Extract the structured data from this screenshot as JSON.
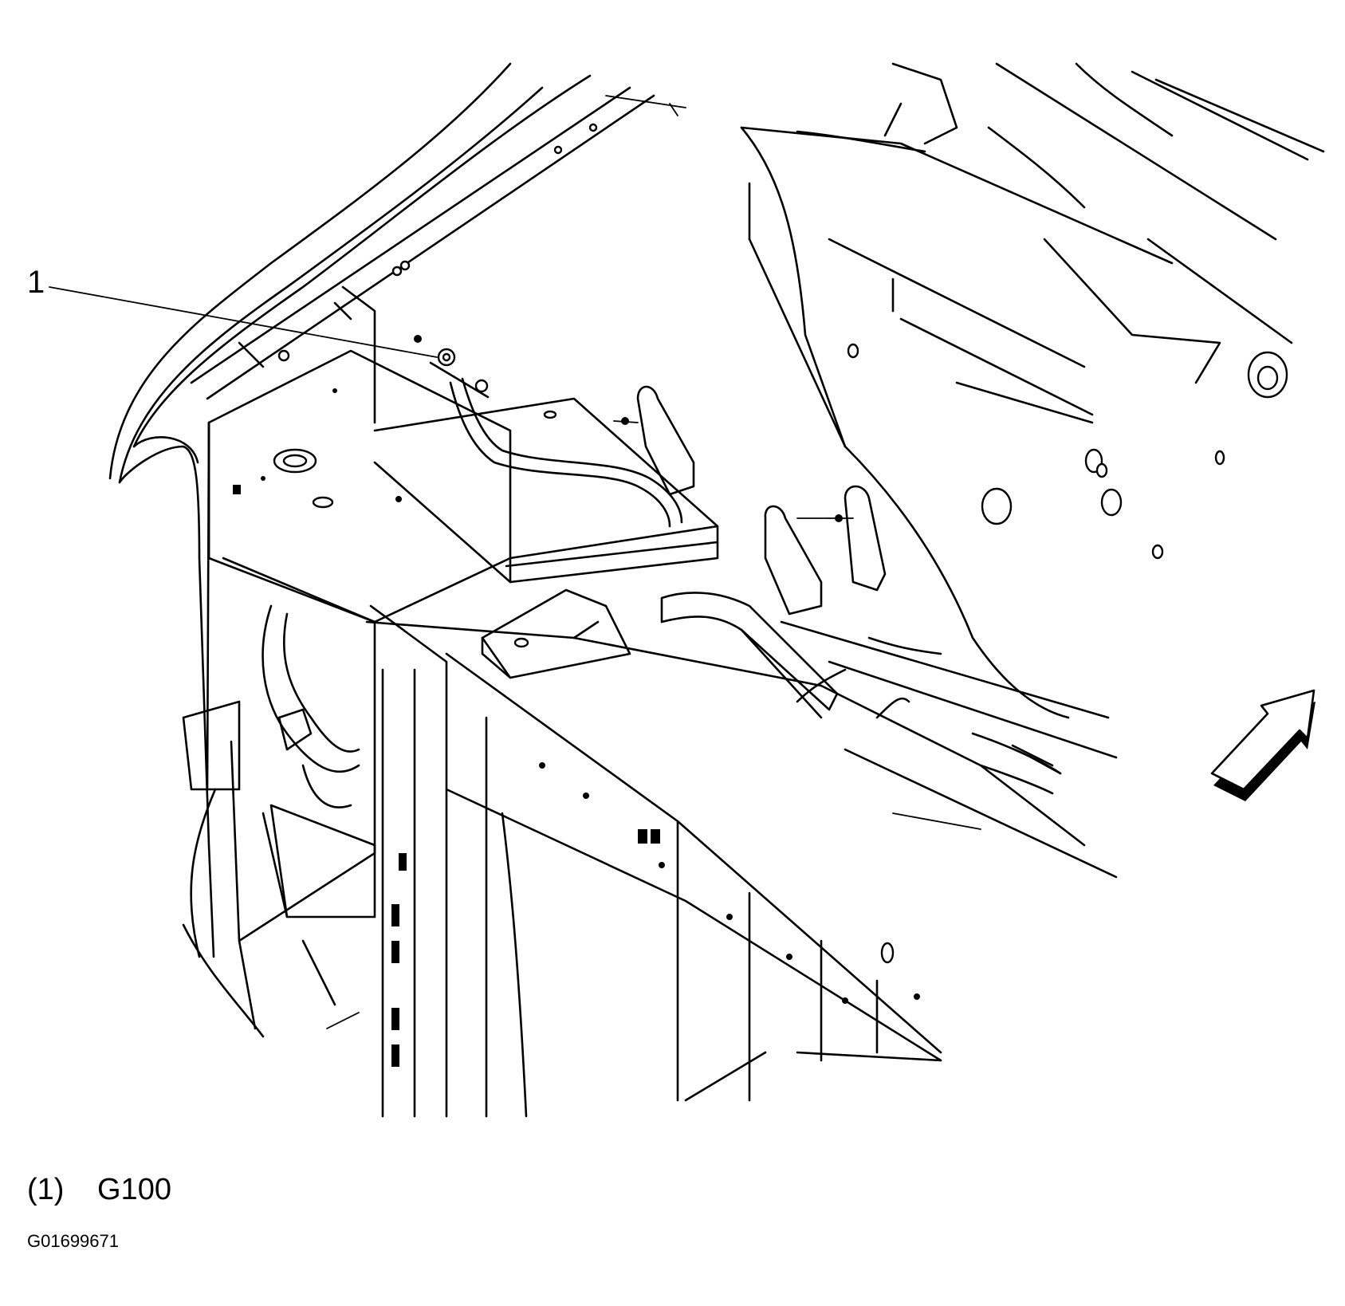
{
  "callouts": [
    {
      "number": "1",
      "index": "(1)",
      "label": "G100"
    }
  ],
  "figure_id": "G01699671",
  "colors": {
    "ink": "#000000",
    "paper": "#ffffff"
  },
  "icons": [
    "front-arrow-icon"
  ]
}
